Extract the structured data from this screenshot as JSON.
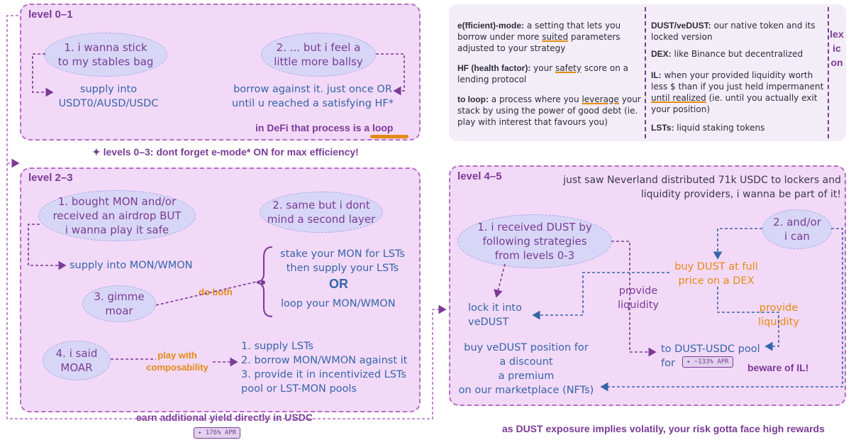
{
  "section1": {
    "title": "level 0–1",
    "bubble1": "1. i wanna stick\nto my stables bag",
    "bubble2": "2. ... but i feel a\nlittle more ballsy",
    "supply": "supply into\nUSDT0/AUSD/USDC",
    "borrow": "borrow against it. just once OR\nuntil u reached a satisfying HF*",
    "loop_note": "in DeFi that process is a loop"
  },
  "emode_note": "✦ levels 0–3: dont forget e-mode* ON for max efficiency!",
  "section2": {
    "title": "level 2–3",
    "bubble1": "1. bought MON and/or\nreceived an airdrop BUT\ni wanna play it safe",
    "bubble2": "2. same but i dont\nmind a second layer",
    "bubble3": "3. gimme\nmoar",
    "bubble4": "4. i said\nMOAR",
    "supply": "supply into MON/WMON",
    "stake": "stake your MON for LSTs\nthen supply your LSTs",
    "or": "OR",
    "loop": "loop your MON/WMON",
    "do_both": "do both",
    "composability": "play with\ncomposability",
    "steps": "1. supply LSTs\n2. borrow MON/WMON against it\n3. provide it in incentivized LSTs\npool or LST-MON pools"
  },
  "yield_note": "earn additional yield directly in USDC",
  "yield_badge": "✦ 176% APR",
  "section3": {
    "title": "level 4–5",
    "header": "just saw Neverland distributed 71k USDC to lockers and\nliquidity providers, i wanna be part of it!",
    "bubble1": "1. i received DUST by\nfollowing strategies\nfrom levels 0-3",
    "bubble2": "2. and/or\ni can",
    "buy_dex": "buy DUST at full\nprice on a DEX",
    "provide1": "provide\nliquidity",
    "provide2": "provide\nliquidity",
    "lock": "lock it into\nveDUST",
    "pool": "to DUST-USDC pool\nfor",
    "pool_badge": "✦ ~133% APR",
    "beware": "beware of IL!",
    "buy_vedust": "buy veDUST position for\na discount\na premium\non our marketplace (NFTs)"
  },
  "risk_note": "as DUST exposure implies volatily, your risk gotta face high rewards",
  "lexicon": {
    "label": "lexicon",
    "emode_term": "e(fficient)-mode:",
    "emode_def_a": " a setting that lets you borrow under more ",
    "emode_def_u": "suited",
    "emode_def_b": " parameters adjusted to your strategy",
    "hf_term": "HF (health factor):",
    "hf_def_a": " your ",
    "hf_def_u": "safety",
    "hf_def_b": " score on a lending protocol",
    "loop_term": "to loop:",
    "loop_def_a": " a process where you ",
    "loop_def_u": "leverage",
    "loop_def_b": " your stack by using the power of good debt (ie. play with interest that favours you)",
    "dust_term": "DUST/veDUST:",
    "dust_def": " our native token and its locked version",
    "dex_term": "DEX:",
    "dex_def": " like Binance but decentralized",
    "il_term": "IL:",
    "il_def_a": " when your provided liquidity worth less $ than if you just held impermanent ",
    "il_def_u": "until realized",
    "il_def_b": " (ie. until you actually exit your position)",
    "lst_term": "LSTs:",
    "lst_def": " liquid staking tokens"
  },
  "colors": {
    "panel": "#f3d9f8",
    "border": "#b36ec3",
    "purple": "#7a3b96",
    "blue": "#3466a8",
    "orange": "#e58a12",
    "bubble": "#d8d6f6"
  }
}
